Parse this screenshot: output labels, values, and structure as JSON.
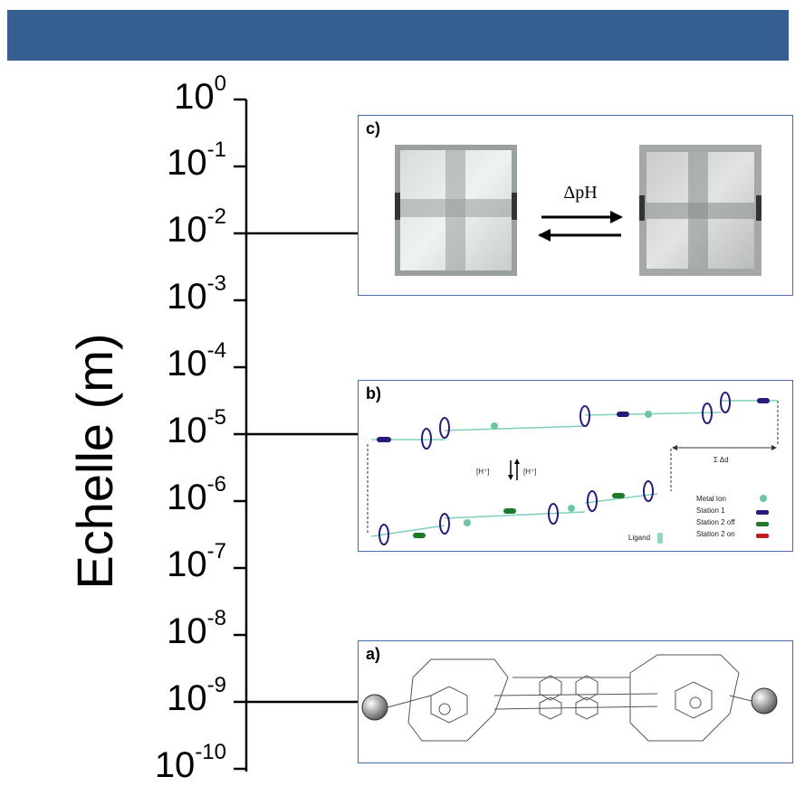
{
  "axis": {
    "label": "Echelle (m)",
    "scale": "log",
    "ticks": [
      {
        "base": "10",
        "exp": "0"
      },
      {
        "base": "10",
        "exp": "-1"
      },
      {
        "base": "10",
        "exp": "-2"
      },
      {
        "base": "10",
        "exp": "-3"
      },
      {
        "base": "10",
        "exp": "-4"
      },
      {
        "base": "10",
        "exp": "-5"
      },
      {
        "base": "10",
        "exp": "-6"
      },
      {
        "base": "10",
        "exp": "-7"
      },
      {
        "base": "10",
        "exp": "-8"
      },
      {
        "base": "10",
        "exp": "-9"
      },
      {
        "base": "10",
        "exp": "-10"
      }
    ]
  },
  "panels": {
    "c": {
      "label": "c)",
      "arrow_text": "ΔpH",
      "scale": "10^-2"
    },
    "b": {
      "label": "b)",
      "scale": "10^-5",
      "protonation_left": "[H⁺]",
      "protonation_right": "[H⁺]",
      "sum_label": "Σ Δd",
      "legend": [
        {
          "name": "Metal Ion",
          "color": "#6fc4a0"
        },
        {
          "name": "Station 1",
          "color": "#2a1a7a"
        },
        {
          "name": "Station 2 off",
          "color": "#1f7a2a"
        },
        {
          "name": "Station 2 on",
          "color": "#c0201a"
        }
      ],
      "ligand_label": "Ligand"
    },
    "a": {
      "label": "a)",
      "scale": "10^-9"
    }
  },
  "colors": {
    "banner": "#365f91",
    "panel_border": "#4a6fa5"
  }
}
